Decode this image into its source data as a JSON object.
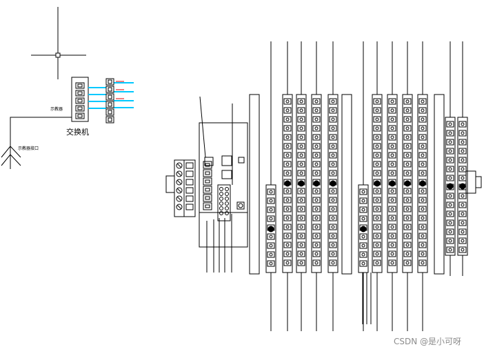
{
  "diagram": {
    "labels": {
      "switch": "交换机",
      "teach_pendant": "示教器",
      "teach_pendant_port": "示教器接口"
    },
    "colors": {
      "line": "#000000",
      "network_cable": "#00c8ff",
      "red_annotation": "#e00000",
      "watermark": "#8c8c8c"
    }
  },
  "watermark": {
    "text": "CSDN @是小可呀"
  }
}
